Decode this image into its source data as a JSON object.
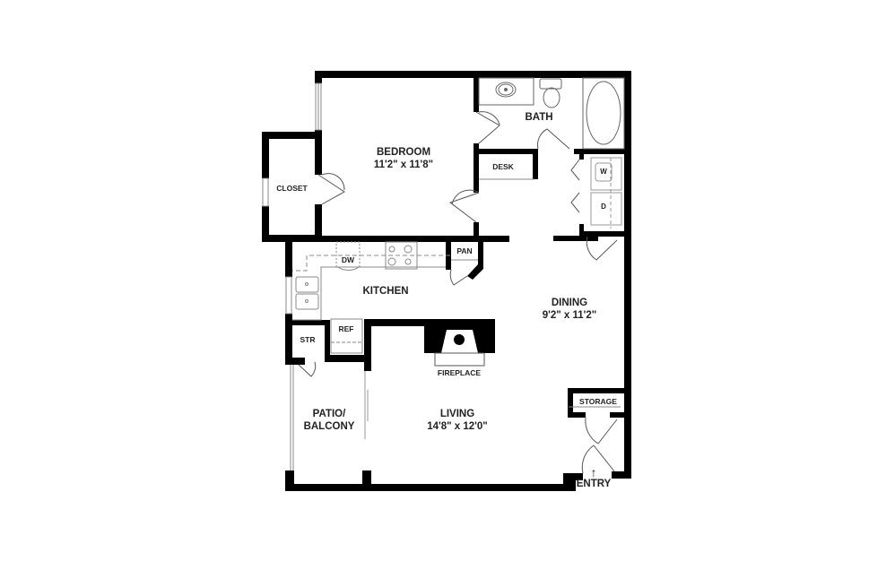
{
  "floorplan": {
    "rooms": [
      {
        "name": "BEDROOM",
        "dimensions": "11'2\" x 11'8\""
      },
      {
        "name": "BATH"
      },
      {
        "name": "CLOSET"
      },
      {
        "name": "DESK"
      },
      {
        "name": "KITCHEN"
      },
      {
        "name": "DINING",
        "dimensions": "9'2\" x 11'2\""
      },
      {
        "name": "LIVING",
        "dimensions": "14'8\" x 12'0\""
      },
      {
        "name": "PATIO/",
        "name_line2": "BALCONY"
      },
      {
        "name": "STORAGE"
      },
      {
        "name": "STR"
      },
      {
        "name": "PAN"
      }
    ],
    "fixtures": {
      "dishwasher": "DW",
      "refrigerator": "REF",
      "fireplace": "FIREPLACE",
      "washer": "W",
      "dryer": "D"
    },
    "entry": {
      "label": "ENTRY",
      "arrow": "↑"
    },
    "colors": {
      "wall": "#000000",
      "fixture": "#888888",
      "background": "#ffffff"
    }
  }
}
